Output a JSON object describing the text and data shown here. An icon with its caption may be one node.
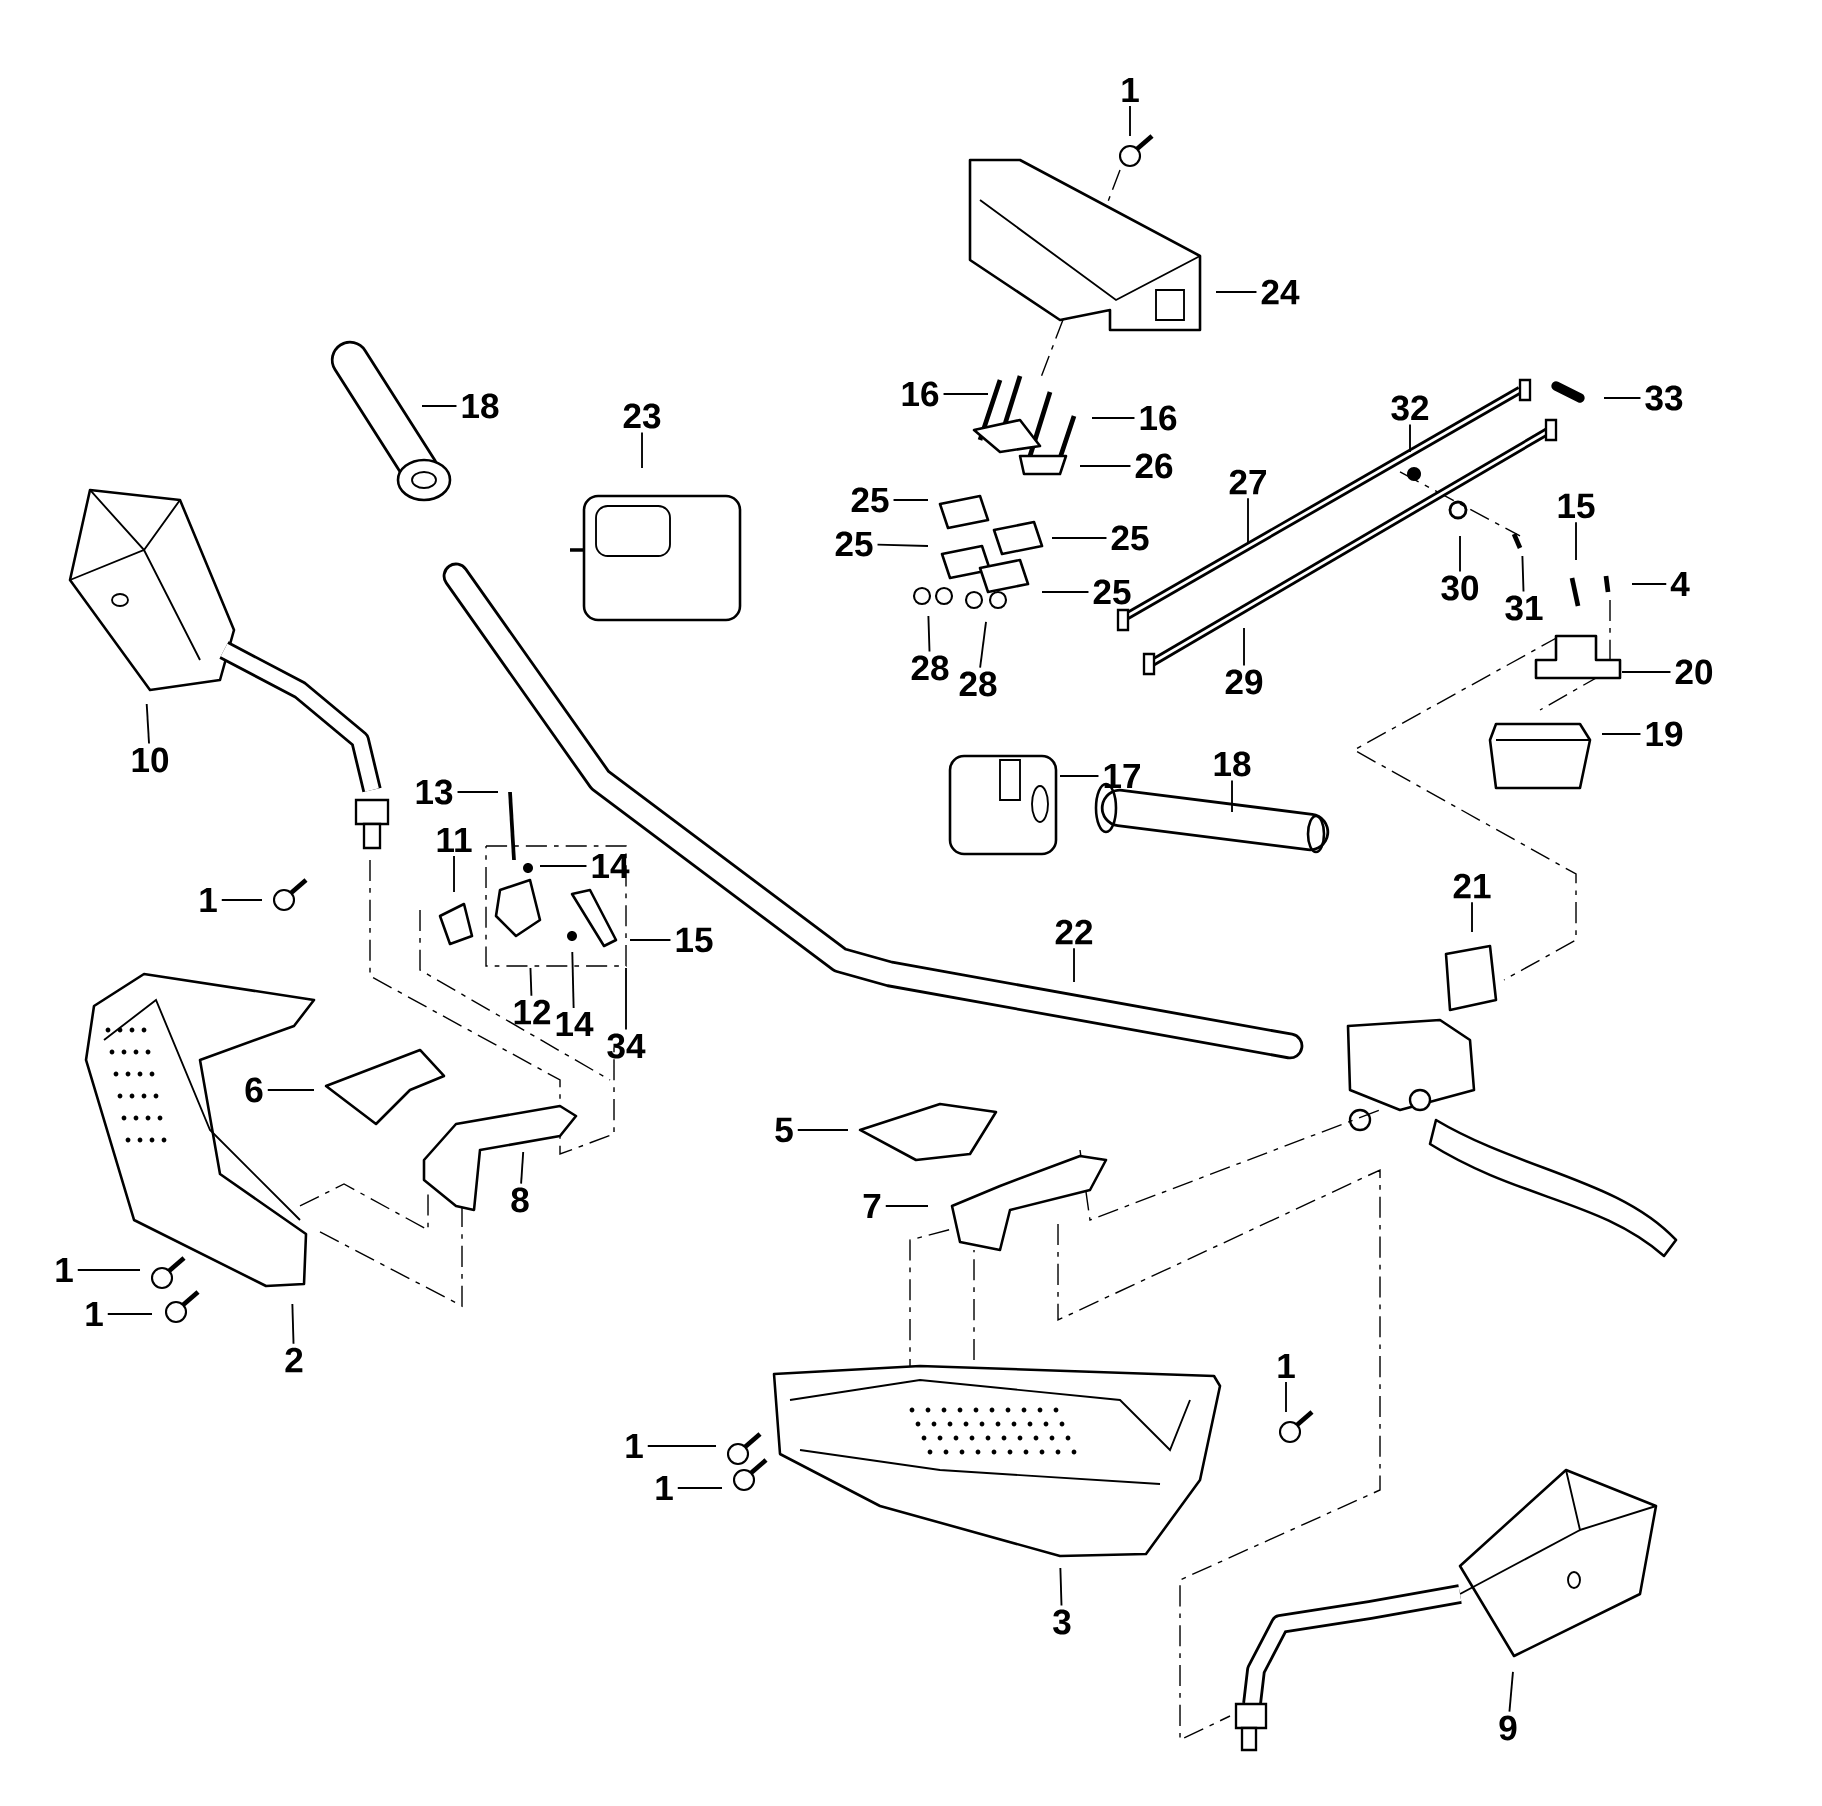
{
  "diagram": {
    "nodes": [
      {
        "text": [
          "1"
        ]
      },
      {
        "text": [
          "24"
        ]
      },
      {
        "text": [
          "18"
        ]
      },
      {
        "text": [
          "23"
        ]
      },
      {
        "text": [
          "16"
        ]
      },
      {
        "text": [
          "16"
        ]
      },
      {
        "text": [
          "26"
        ]
      },
      {
        "text": [
          "25"
        ]
      },
      {
        "text": [
          "25"
        ]
      },
      {
        "text": [
          "25"
        ]
      },
      {
        "text": [
          "25"
        ]
      },
      {
        "text": [
          "27"
        ]
      },
      {
        "text": [
          "29"
        ]
      },
      {
        "text": [
          "28"
        ]
      },
      {
        "text": [
          "28"
        ]
      },
      {
        "text": [
          "32"
        ]
      },
      {
        "text": [
          "33"
        ]
      },
      {
        "text": [
          "30"
        ]
      },
      {
        "text": [
          "31"
        ]
      },
      {
        "text": [
          "15"
        ]
      },
      {
        "text": [
          "4"
        ]
      },
      {
        "text": [
          "20"
        ]
      },
      {
        "text": [
          "19"
        ]
      },
      {
        "text": [
          "10"
        ]
      },
      {
        "text": [
          "13"
        ]
      },
      {
        "text": [
          "11"
        ]
      },
      {
        "text": [
          "14"
        ]
      },
      {
        "text": [
          "17"
        ]
      },
      {
        "text": [
          "18"
        ]
      },
      {
        "text": [
          "22"
        ]
      },
      {
        "text": [
          "21"
        ]
      },
      {
        "text": [
          "1"
        ]
      },
      {
        "text": [
          "15"
        ]
      },
      {
        "text": [
          "12"
        ]
      },
      {
        "text": [
          "14"
        ]
      },
      {
        "text": [
          "34"
        ]
      },
      {
        "text": [
          "6"
        ]
      },
      {
        "text": [
          "8"
        ]
      },
      {
        "text": [
          "5"
        ]
      },
      {
        "text": [
          "7"
        ]
      },
      {
        "text": [
          "1"
        ]
      },
      {
        "text": [
          "1"
        ]
      },
      {
        "text": [
          "2"
        ]
      },
      {
        "text": [
          "1"
        ]
      },
      {
        "text": [
          "1"
        ]
      },
      {
        "text": [
          "1"
        ]
      },
      {
        "text": [
          "3"
        ]
      },
      {
        "text": [
          "9"
        ]
      }
    ],
    "edges": [
      {
        "from": 0,
        "to": null,
        "arrow": "none"
      },
      {
        "from": 1,
        "to": null,
        "arrow": "none"
      },
      {
        "from": 2,
        "to": null,
        "arrow": "none"
      },
      {
        "from": 3,
        "to": null,
        "arrow": "none"
      },
      {
        "from": 4,
        "to": null,
        "arrow": "none"
      },
      {
        "from": 5,
        "to": null,
        "arrow": "none"
      },
      {
        "from": 6,
        "to": null,
        "arrow": "none"
      },
      {
        "from": 7,
        "to": null,
        "arrow": "none"
      },
      {
        "from": 8,
        "to": null,
        "arrow": "none"
      },
      {
        "from": 9,
        "to": null,
        "arrow": "none"
      },
      {
        "from": 10,
        "to": null,
        "arrow": "none"
      },
      {
        "from": 11,
        "to": null,
        "arrow": "none"
      },
      {
        "from": 12,
        "to": null,
        "arrow": "none"
      },
      {
        "from": 13,
        "to": null,
        "arrow": "none"
      },
      {
        "from": 14,
        "to": null,
        "arrow": "none"
      },
      {
        "from": 15,
        "to": null,
        "arrow": "none"
      },
      {
        "from": 16,
        "to": null,
        "arrow": "none"
      },
      {
        "from": 17,
        "to": null,
        "arrow": "none"
      },
      {
        "from": 18,
        "to": null,
        "arrow": "none"
      },
      {
        "from": 19,
        "to": null,
        "arrow": "none"
      },
      {
        "from": 20,
        "to": null,
        "arrow": "none"
      },
      {
        "from": 21,
        "to": null,
        "arrow": "none"
      },
      {
        "from": 22,
        "to": null,
        "arrow": "none"
      },
      {
        "from": 23,
        "to": null,
        "arrow": "none"
      },
      {
        "from": 24,
        "to": null,
        "arrow": "none"
      },
      {
        "from": 25,
        "to": null,
        "arrow": "none"
      },
      {
        "from": 26,
        "to": null,
        "arrow": "none"
      },
      {
        "from": 27,
        "to": null,
        "arrow": "none"
      },
      {
        "from": 28,
        "to": null,
        "arrow": "none"
      },
      {
        "from": 29,
        "to": null,
        "arrow": "none"
      },
      {
        "from": 30,
        "to": null,
        "arrow": "none"
      },
      {
        "from": 31,
        "to": null,
        "arrow": "none"
      },
      {
        "from": 32,
        "to": null,
        "arrow": "none"
      },
      {
        "from": 33,
        "to": null,
        "arrow": "none"
      },
      {
        "from": 34,
        "to": null,
        "arrow": "none"
      },
      {
        "from": 35,
        "to": null,
        "arrow": "none"
      },
      {
        "from": 36,
        "to": null,
        "arrow": "none"
      },
      {
        "from": 37,
        "to": null,
        "arrow": "none"
      },
      {
        "from": 38,
        "to": null,
        "arrow": "none"
      },
      {
        "from": 39,
        "to": null,
        "arrow": "none"
      },
      {
        "from": 40,
        "to": null,
        "arrow": "none"
      },
      {
        "from": 41,
        "to": null,
        "arrow": "none"
      },
      {
        "from": 42,
        "to": null,
        "arrow": "none"
      },
      {
        "from": 43,
        "to": null,
        "arrow": "none"
      },
      {
        "from": 44,
        "to": null,
        "arrow": "none"
      },
      {
        "from": 45,
        "to": null,
        "arrow": "none"
      },
      {
        "from": 46,
        "to": null,
        "arrow": "none"
      },
      {
        "from": 47,
        "to": null,
        "arrow": "none"
      }
    ]
  }
}
